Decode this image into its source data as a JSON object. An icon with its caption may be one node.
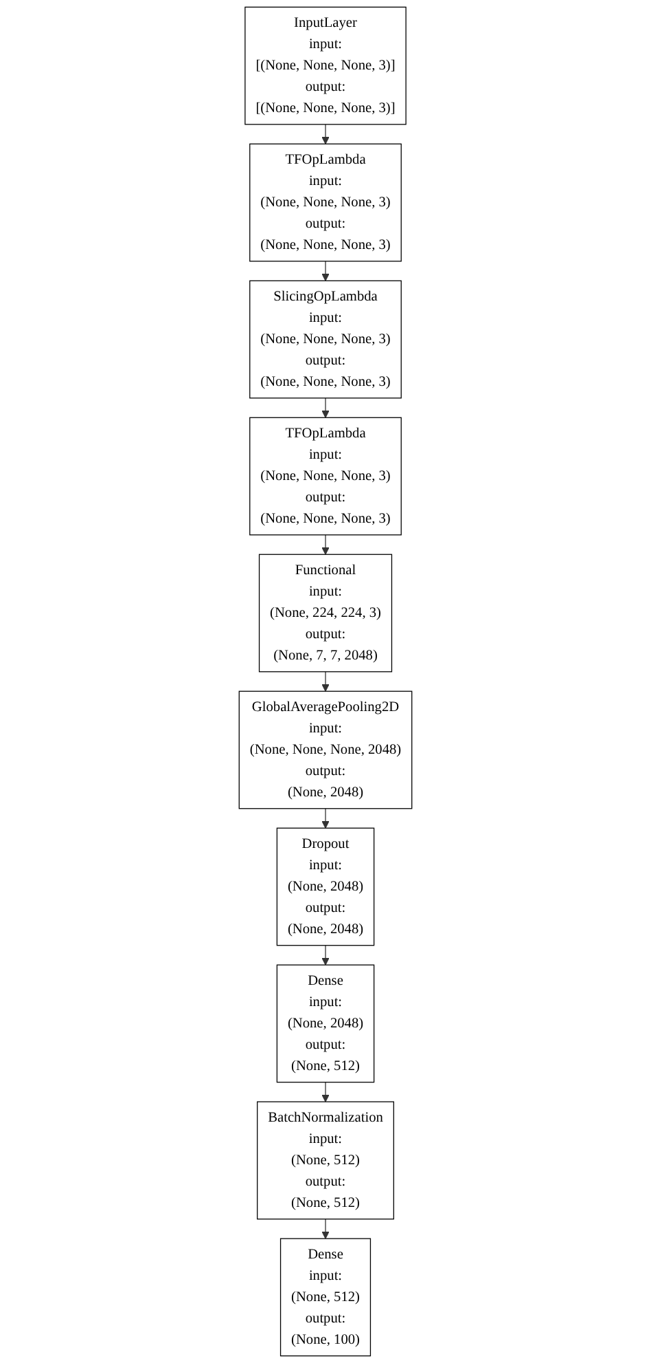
{
  "diagram": {
    "nodes": [
      {
        "text": [
          "InputLayer",
          "input:",
          "[(None, None, None, 3)]",
          "output:",
          "[(None, None, None, 3)]"
        ]
      },
      {
        "text": [
          "TFOpLambda",
          "input:",
          "(None, None, None, 3)",
          "output:",
          "(None, None, None, 3)"
        ]
      },
      {
        "text": [
          "SlicingOpLambda",
          "input:",
          "(None, None, None, 3)",
          "output:",
          "(None, None, None, 3)"
        ]
      },
      {
        "text": [
          "TFOpLambda",
          "input:",
          "(None, None, None, 3)",
          "output:",
          "(None, None, None, 3)"
        ]
      },
      {
        "text": [
          "Functional",
          "input:",
          "(None, 224, 224, 3)",
          "output:",
          "(None, 7, 7, 2048)"
        ]
      },
      {
        "text": [
          "GlobalAveragePooling2D",
          "input:",
          "(None, None, None, 2048)",
          "output:",
          "(None, 2048)"
        ]
      },
      {
        "text": [
          "Dropout",
          "input:",
          "(None, 2048)",
          "output:",
          "(None, 2048)"
        ]
      },
      {
        "text": [
          "Dense",
          "input:",
          "(None, 2048)",
          "output:",
          "(None, 512)"
        ]
      },
      {
        "text": [
          "BatchNormalization",
          "input:",
          "(None, 512)",
          "output:",
          "(None, 512)"
        ]
      },
      {
        "text": [
          "Dense",
          "input:",
          "(None, 512)",
          "output:",
          "(None, 100)"
        ]
      }
    ],
    "edges": [
      {
        "from": 0,
        "to": 1,
        "arrow": "to"
      },
      {
        "from": 1,
        "to": 2,
        "arrow": "to"
      },
      {
        "from": 2,
        "to": 3,
        "arrow": "to"
      },
      {
        "from": 3,
        "to": 4,
        "arrow": "to"
      },
      {
        "from": 4,
        "to": 5,
        "arrow": "to"
      },
      {
        "from": 5,
        "to": 6,
        "arrow": "to"
      },
      {
        "from": 6,
        "to": 7,
        "arrow": "to"
      },
      {
        "from": 7,
        "to": 8,
        "arrow": "to"
      },
      {
        "from": 8,
        "to": 9,
        "arrow": "to"
      }
    ]
  }
}
